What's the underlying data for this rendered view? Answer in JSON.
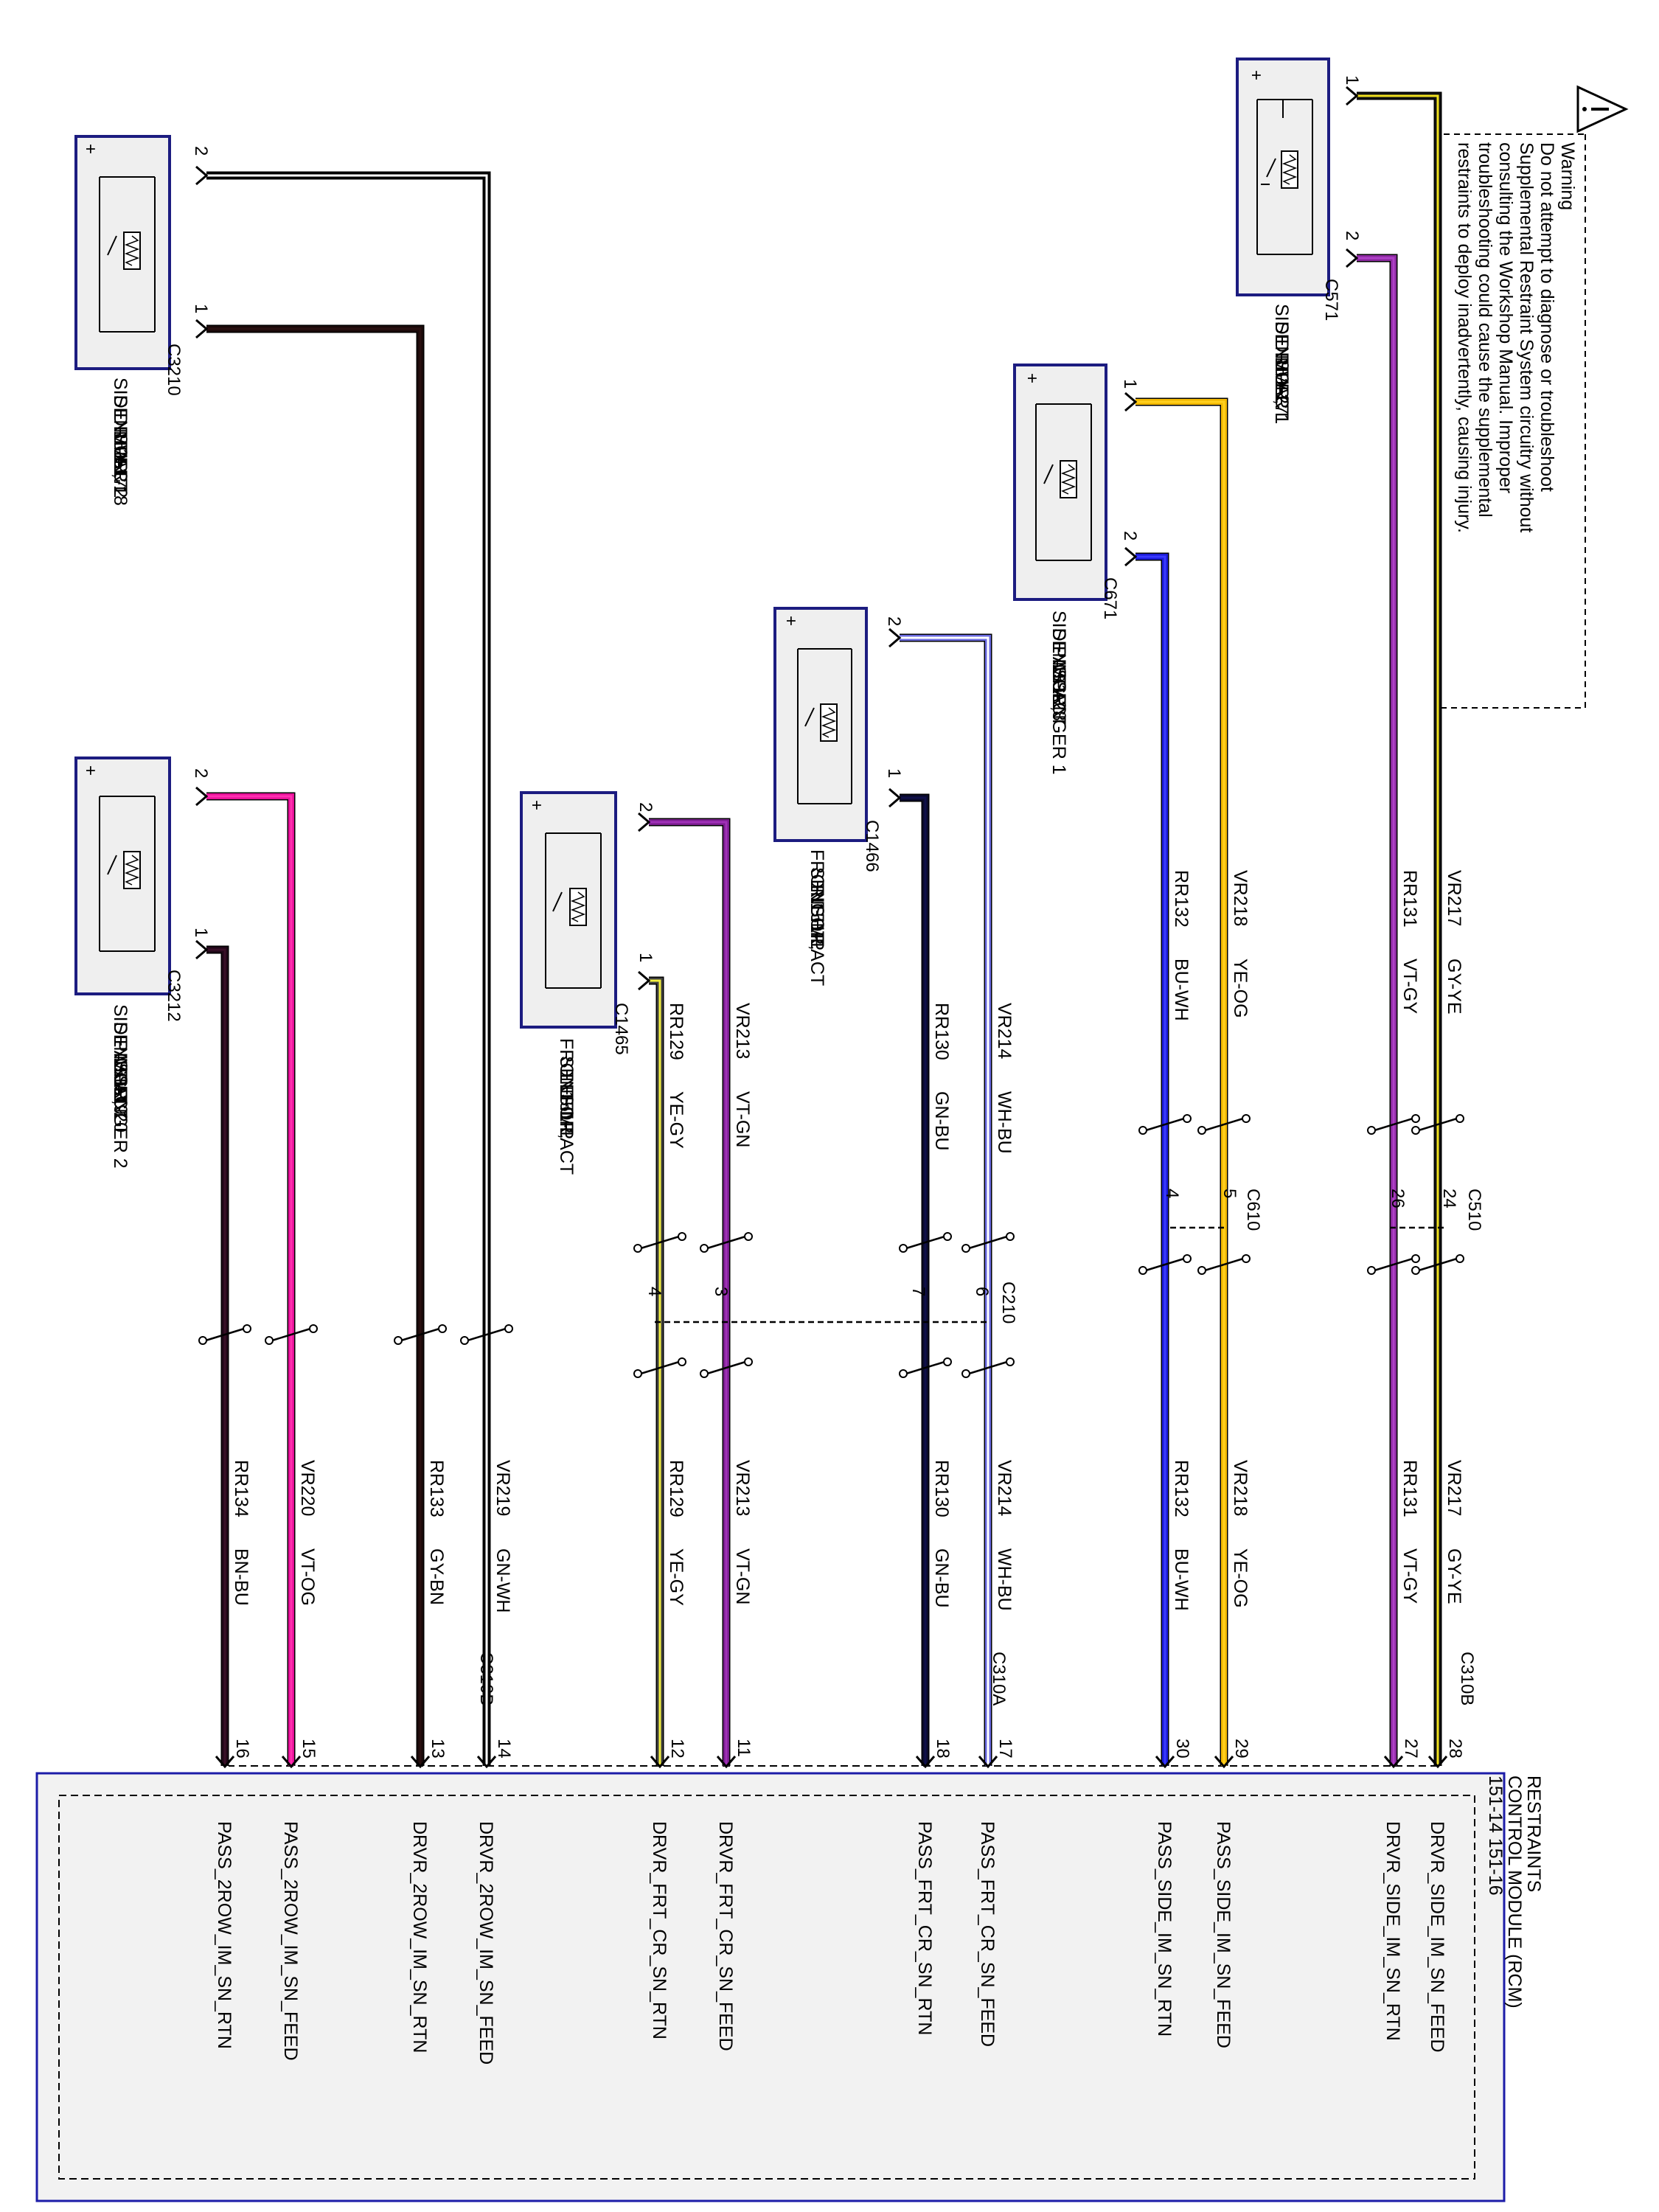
{
  "warning": {
    "lines": [
      "Warning",
      "Do not attempt to diagnose or troubleshoot",
      "Supplemental Restraint System circuitry without",
      "consulting the Workshop Manual. Improper",
      "troubleshooting could cause the supplemental",
      "restraints to deploy inadvertently, causing injury."
    ]
  },
  "module": {
    "lines": [
      "RESTRAINTS",
      "CONTROL MODULE (RCM)",
      "151-14   151-16"
    ],
    "connectors": [
      "C310B",
      "C310A",
      "C310B"
    ]
  },
  "sensors": [
    {
      "id": "s1",
      "name_lines": [
        "SIDE IMPACT",
        "SENSOR,",
        "DRIVER 1",
        "151-27"
      ],
      "connector": "C571",
      "pins": [
        "1",
        "2"
      ]
    },
    {
      "id": "s2",
      "name_lines": [
        "SIDE IMPACT",
        "SENSOR,",
        "PASSENGER 1",
        "151-28"
      ],
      "connector": "C671",
      "pins": [
        "1",
        "2"
      ]
    },
    {
      "id": "s3",
      "name_lines": [
        "FRONT IMPACT",
        "SENSOR,",
        "RIGHT",
        "151-1"
      ],
      "connector": "C1466",
      "pins": [
        "2",
        "1"
      ]
    },
    {
      "id": "s4",
      "name_lines": [
        "FRONT IMPACT",
        "SENSOR,",
        "LEFT",
        "151-1"
      ],
      "connector": "C1465",
      "pins": [
        "2",
        "1"
      ]
    },
    {
      "id": "s5",
      "name_lines": [
        "SIDE IMPACT",
        "SENSOR,",
        "DRIVER 2",
        "151-17",
        "151-18"
      ],
      "connector": "C3210",
      "pins": [
        "2",
        "1"
      ]
    },
    {
      "id": "s6",
      "name_lines": [
        "SIDE IMPACT",
        "SENSOR,",
        "PASSENGER 2",
        "151-19",
        "151-20"
      ],
      "connector": "C3212",
      "pins": [
        "2",
        "1"
      ]
    }
  ],
  "inline_connectors": [
    {
      "name": "C510",
      "pins": [
        "24",
        "26"
      ]
    },
    {
      "name": "C610",
      "pins": [
        "5",
        "4"
      ]
    },
    {
      "name": "C210",
      "pins": [
        "6",
        "7",
        "3",
        "4"
      ]
    }
  ],
  "wires": [
    {
      "circuit": "VR217",
      "color": "GY-YE",
      "pin": "28",
      "signal": "DRVR_SIDE_IM_SN_FEED",
      "c1": "#111111",
      "c2": "#f0e020"
    },
    {
      "circuit": "RR131",
      "color": "VT-GY",
      "pin": "27",
      "signal": "DRVR_SIDE_IM_SN_RTN",
      "c1": "#8a2a9e",
      "c2": "#b040c8"
    },
    {
      "circuit": "VR218",
      "color": "YE-OG",
      "pin": "29",
      "signal": "PASS_SIDE_IM_SN_FEED",
      "c1": "#f2b800",
      "c2": "#ffd020"
    },
    {
      "circuit": "RR132",
      "color": "BU-WH",
      "pin": "30",
      "signal": "PASS_SIDE_IM_SN_RTN",
      "c1": "#1b1bd8",
      "c2": "#3a3aff"
    },
    {
      "circuit": "VR214",
      "color": "WH-BU",
      "pin": "17",
      "signal": "PASS_FRT_CR_SN_FEED",
      "c1": "#6a6ae0",
      "c2": "#ffffff"
    },
    {
      "circuit": "RR130",
      "color": "GN-BU",
      "pin": "18",
      "signal": "PASS_FRT_CR_SN_RTN",
      "c1": "#0a0a2a",
      "c2": "#10104a"
    },
    {
      "circuit": "VR213",
      "color": "VT-GN",
      "pin": "11",
      "signal": "DRVR_FRT_CR_SN_FEED",
      "c1": "#7a1e8e",
      "c2": "#a030b8"
    },
    {
      "circuit": "RR129",
      "color": "YE-GY",
      "pin": "12",
      "signal": "DRVR_FRT_CR_SN_RTN",
      "c1": "#404040",
      "c2": "#f4f040"
    },
    {
      "circuit": "VR219",
      "color": "GN-WH",
      "pin": "14",
      "signal": "DRVR_2ROW_IM_SN_FEED",
      "c1": "#000000",
      "c2": "#ffffff"
    },
    {
      "circuit": "RR133",
      "color": "GY-BN",
      "pin": "13",
      "signal": "DRVR_2ROW_IM_SN_RTN",
      "c1": "#1a0a0a",
      "c2": "#2a1010"
    },
    {
      "circuit": "VR220",
      "color": "VT-OG",
      "pin": "15",
      "signal": "PASS_2ROW_IM_SN_FEED",
      "c1": "#e8129a",
      "c2": "#ff30b0"
    },
    {
      "circuit": "RR134",
      "color": "BN-BU",
      "pin": "16",
      "signal": "PASS_2ROW_IM_SN_RTN",
      "c1": "#200818",
      "c2": "#3a1028"
    }
  ]
}
